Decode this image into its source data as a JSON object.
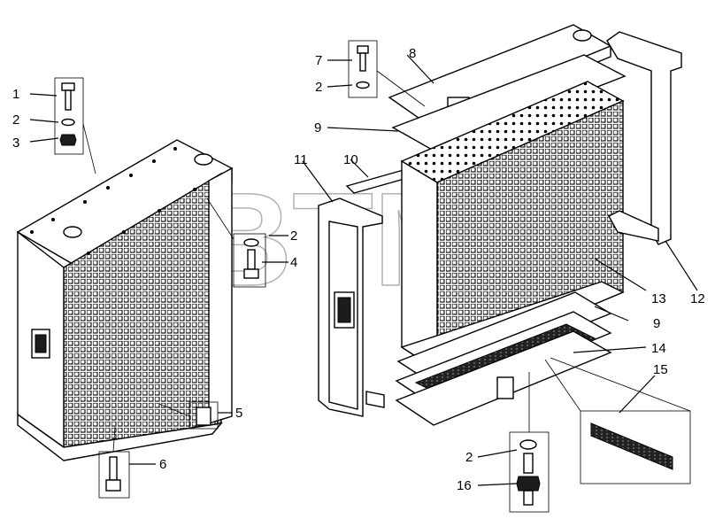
{
  "diagram": {
    "watermark": "BTM",
    "watermark_mark": "®",
    "callouts": [
      {
        "id": "c1",
        "text": "1"
      },
      {
        "id": "c2a",
        "text": "2"
      },
      {
        "id": "c3",
        "text": "3"
      },
      {
        "id": "c2b",
        "text": "2"
      },
      {
        "id": "c4",
        "text": "4"
      },
      {
        "id": "c5",
        "text": "5"
      },
      {
        "id": "c6",
        "text": "6"
      },
      {
        "id": "c7",
        "text": "7"
      },
      {
        "id": "c2c",
        "text": "2"
      },
      {
        "id": "c8",
        "text": "8"
      },
      {
        "id": "c9a",
        "text": "9"
      },
      {
        "id": "c11",
        "text": "11"
      },
      {
        "id": "c10",
        "text": "10"
      },
      {
        "id": "c12",
        "text": "12"
      },
      {
        "id": "c13",
        "text": "13"
      },
      {
        "id": "c9b",
        "text": "9"
      },
      {
        "id": "c14",
        "text": "14"
      },
      {
        "id": "c15",
        "text": "15"
      },
      {
        "id": "c2d",
        "text": "2"
      },
      {
        "id": "c16",
        "text": "16"
      }
    ]
  }
}
